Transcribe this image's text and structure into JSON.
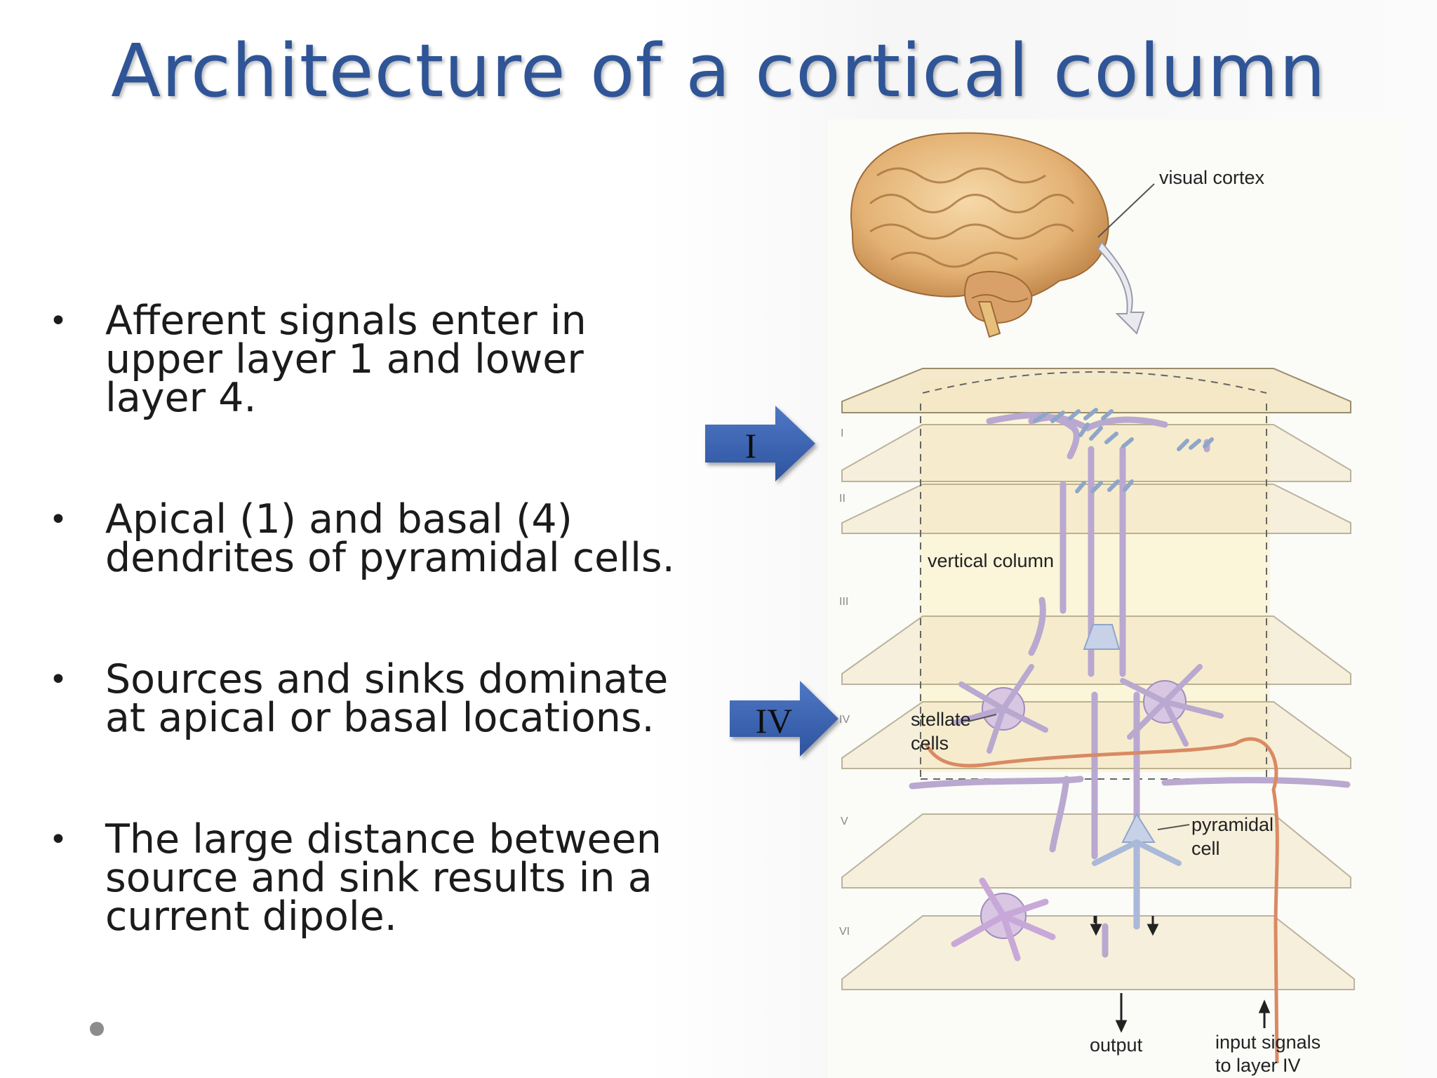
{
  "title": "Architecture of a cortical column",
  "bullets": [
    [
      "Afferent signals enter in",
      "upper layer 1 and lower",
      "layer 4."
    ],
    [
      "Apical (1) and basal (4)",
      "dendrites of pyramidal cells."
    ],
    [
      "Sources and sinks dominate",
      "at apical or basal locations."
    ],
    [
      "The large distance between",
      "source and sink results in a",
      "current dipole."
    ]
  ],
  "arrows": {
    "layer1": "I",
    "layer4": "IV"
  },
  "figure": {
    "visual_cortex": "visual cortex",
    "vertical_column": "vertical column",
    "stellate_cells": [
      "stellate",
      "cells"
    ],
    "pyramidal_cell": [
      "pyramidal",
      "cell"
    ],
    "output": "output",
    "input_signals": [
      "input signals",
      "to layer IV"
    ],
    "layer_marks": [
      "I",
      "II",
      "III",
      "IV",
      "V",
      "VI"
    ]
  },
  "colors": {
    "title": "#2f5597",
    "arrow": "#3d63b0",
    "layer_fill": "#f3e6c4",
    "neuron": "#b9a8cf",
    "brain": "#e9bf86"
  }
}
